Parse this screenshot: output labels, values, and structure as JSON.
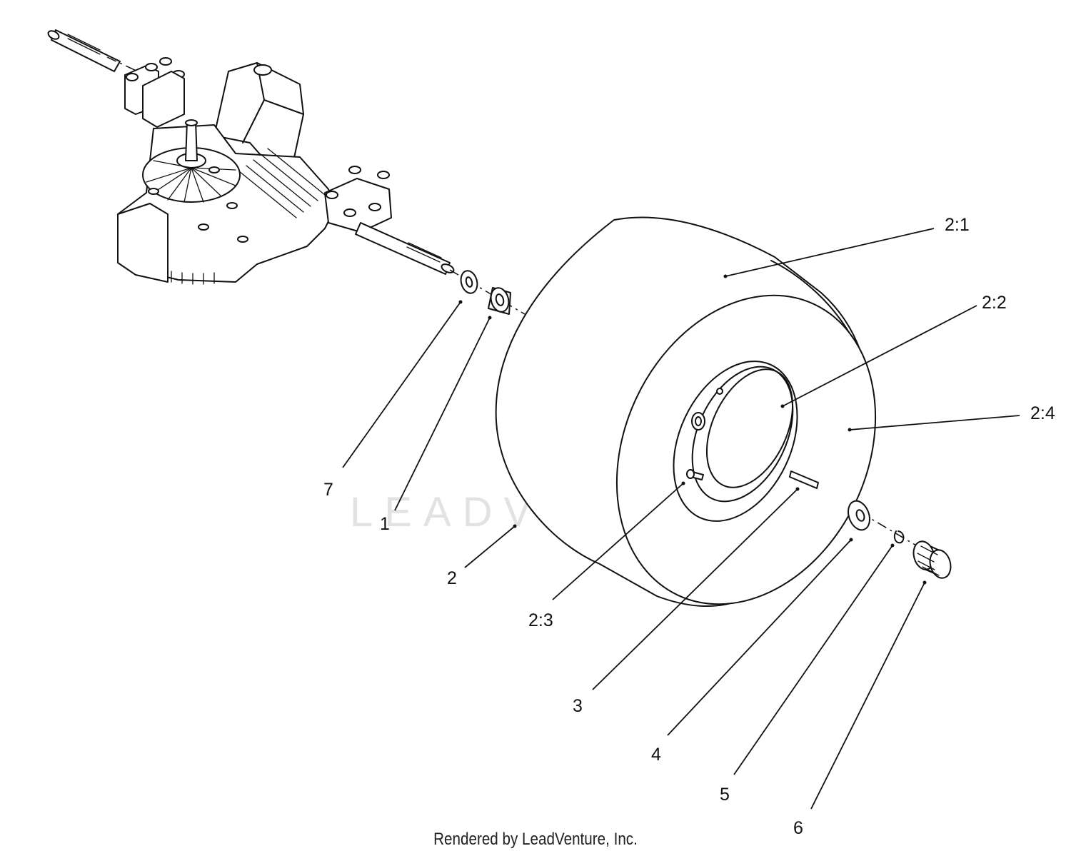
{
  "watermark": {
    "text": "LEADVENTURE"
  },
  "footer": {
    "text": "Rendered by LeadVenture, Inc."
  },
  "callouts": [
    {
      "id": "c21",
      "label": "2:1"
    },
    {
      "id": "c22",
      "label": "2:2"
    },
    {
      "id": "c24",
      "label": "2:4"
    },
    {
      "id": "c7",
      "label": "7"
    },
    {
      "id": "c1",
      "label": "1"
    },
    {
      "id": "c2",
      "label": "2"
    },
    {
      "id": "c23",
      "label": "2:3"
    },
    {
      "id": "c3",
      "label": "3"
    },
    {
      "id": "c4",
      "label": "4"
    },
    {
      "id": "c5",
      "label": "5"
    },
    {
      "id": "c6",
      "label": "6"
    }
  ]
}
